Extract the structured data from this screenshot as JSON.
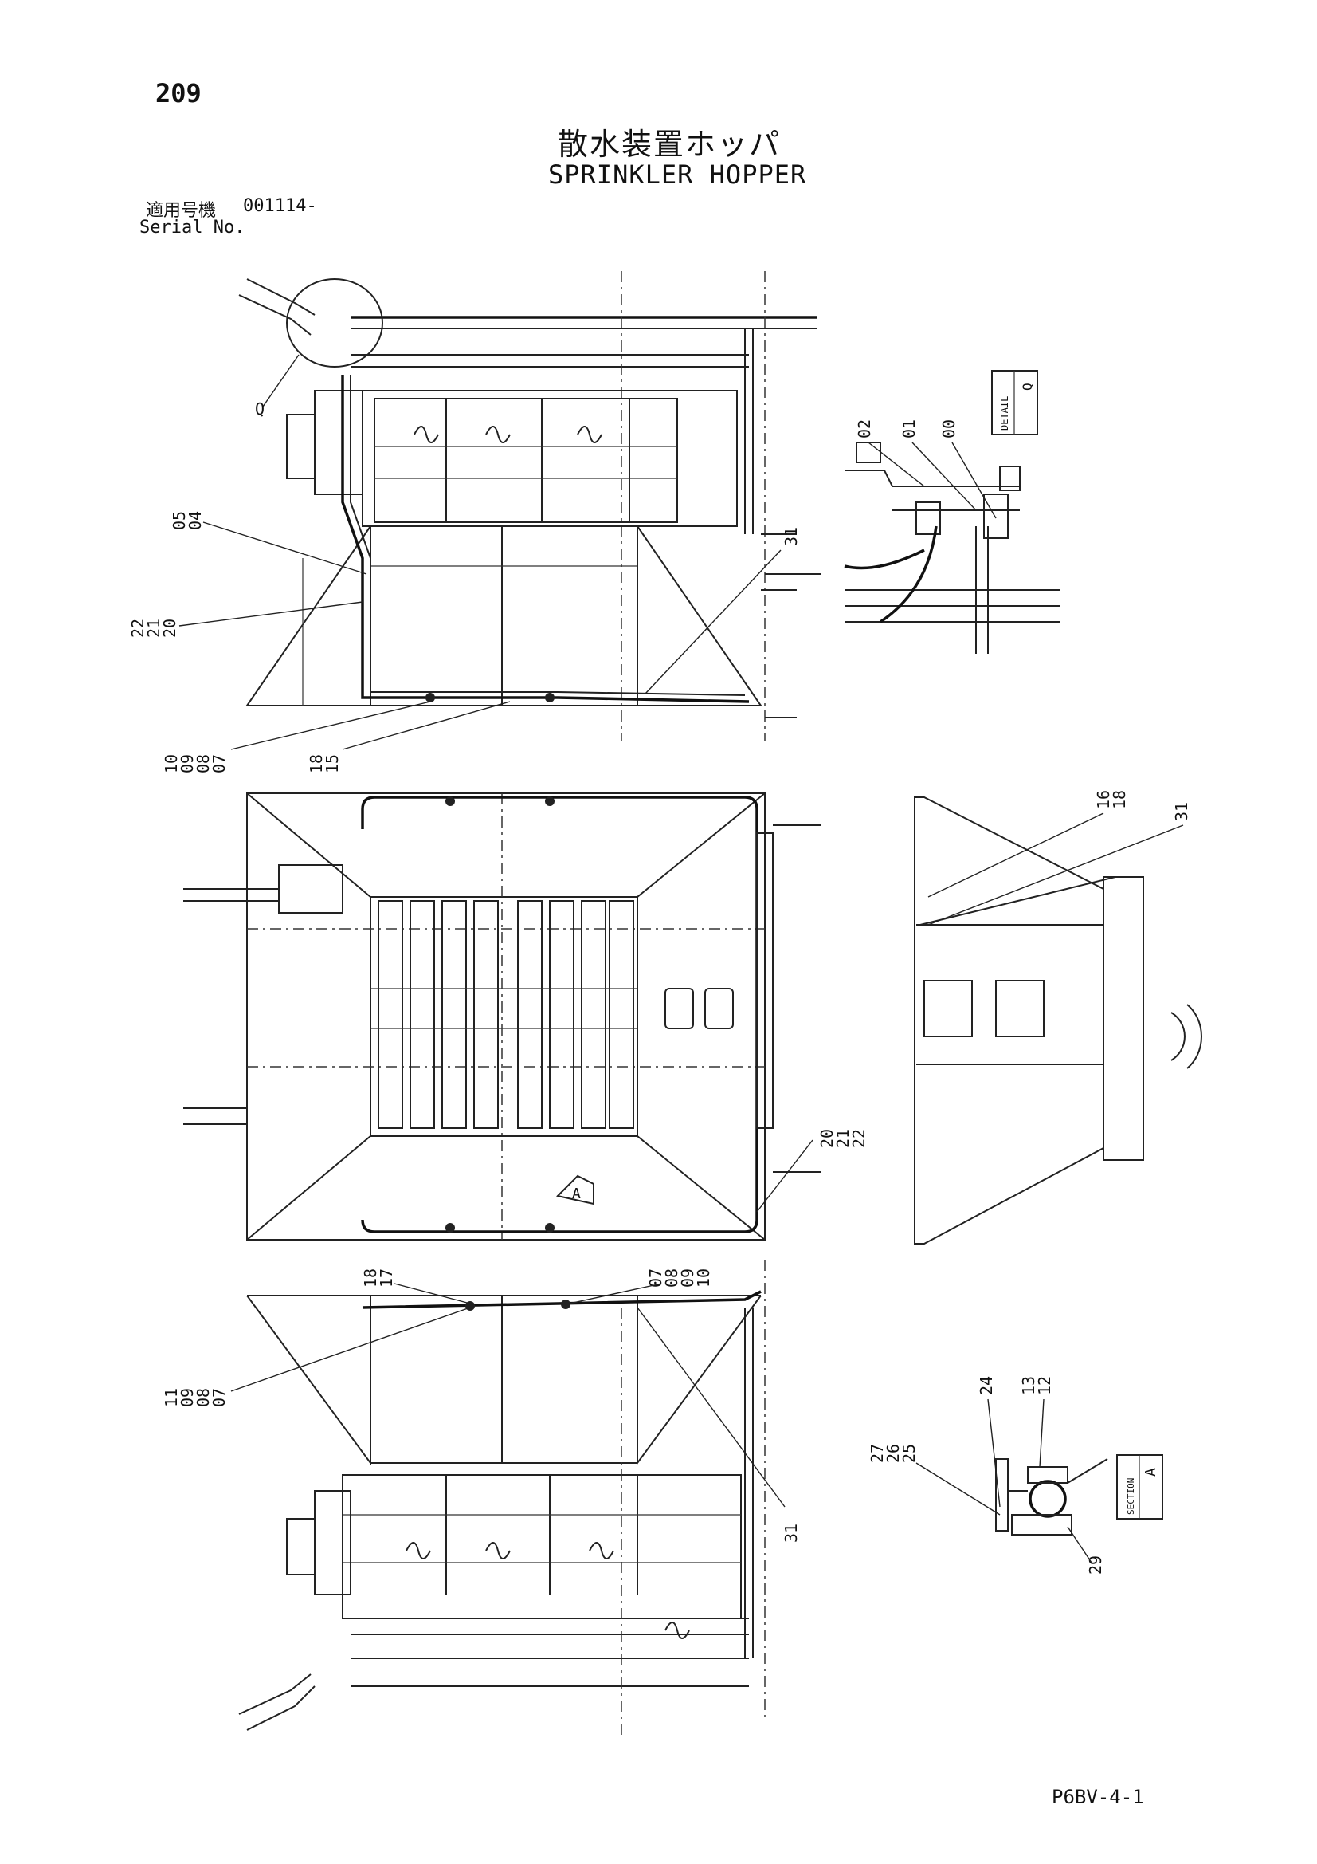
{
  "header": {
    "page_number": "209",
    "title_ja": "散水装置ホッパ",
    "title_en": "SPRINKLER HOPPER",
    "serial_label_ja": "適用号機",
    "serial_value": "001114-",
    "serial_label_en": "Serial No."
  },
  "footer": {
    "page_code": "P6BV-4-1"
  },
  "views": {
    "detail_q": {
      "badge_text": "DETAIL",
      "badge_letter": "Q",
      "view_letter": "Q"
    },
    "section_a": {
      "badge_text": "SECTION",
      "badge_letter": "A",
      "arrow_letter": "A"
    }
  },
  "callouts": {
    "top_left_0504": [
      "05",
      "04"
    ],
    "top_left_222120": [
      "22",
      "21",
      "20"
    ],
    "top_left_10090807": [
      "10",
      "09",
      "08",
      "07"
    ],
    "top_left_1815": [
      "18",
      "15"
    ],
    "top_right_31": "31",
    "detail_020100": [
      "02",
      "01",
      "00"
    ],
    "side_161831": [
      "16",
      "18",
      "31"
    ],
    "mid_202122": [
      "20",
      "21",
      "22"
    ],
    "bottom_1817": [
      "18",
      "17"
    ],
    "bottom_07080910": [
      "07",
      "08",
      "09",
      "10"
    ],
    "bottom_11090807": [
      "11",
      "09",
      "08",
      "07"
    ],
    "bottom_31": "31",
    "section_24": "24",
    "section_1312": [
      "13",
      "12"
    ],
    "section_272625": [
      "27",
      "26",
      "25"
    ],
    "section_29": "29"
  }
}
